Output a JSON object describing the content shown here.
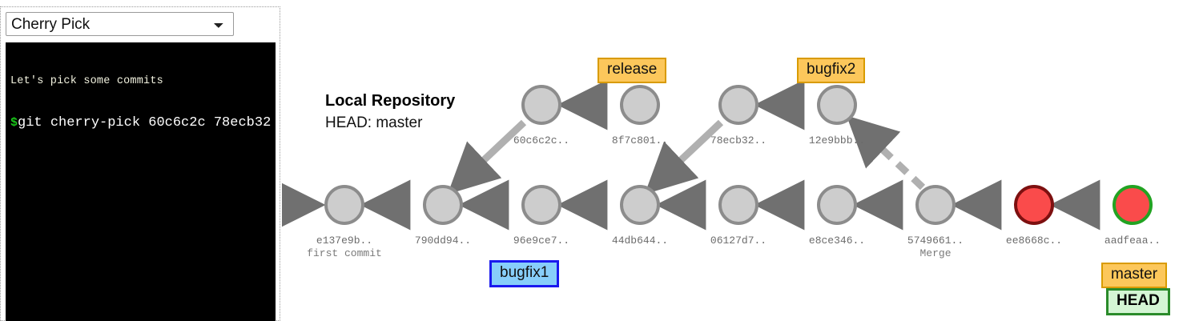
{
  "controls": {
    "mode_select": {
      "icon": "chevron-down-icon",
      "selected": "Cherry Pick",
      "options": [
        "Cherry Pick"
      ]
    }
  },
  "terminal": {
    "note": "Let's pick some commits",
    "prompt": "$",
    "command": "git cherry-pick 60c6c2c 78ecb32"
  },
  "repository": {
    "title": "Local Repository",
    "head_line": "HEAD: master"
  },
  "colors": {
    "node_fill": "#cdcdcd",
    "node_border": "#8c8c8c",
    "red_fill": "#fa4b4b",
    "red_border": "#7d1010",
    "head_ring": "#22a322",
    "branch_fill": "#fcc75b",
    "branch_border": "#d99b00",
    "bugfix1_fill": "#87cefa",
    "bugfix1_border": "#1a1aee",
    "head_tag_fill": "#d4f5d4",
    "head_tag_border": "#2a8b2a",
    "edge": "#b0b0b0",
    "arrowhead": "#707070",
    "terminal_bg": "#000000",
    "prompt_green": "#19c319"
  },
  "graph": {
    "main_branch": [
      {
        "id": "e137e9b..",
        "sub": "first commit",
        "color": "gray"
      },
      {
        "id": "790dd94..",
        "sub": "",
        "color": "gray"
      },
      {
        "id": "96e9ce7..",
        "sub": "",
        "color": "gray"
      },
      {
        "id": "44db644..",
        "sub": "",
        "color": "gray"
      },
      {
        "id": "06127d7..",
        "sub": "",
        "color": "gray"
      },
      {
        "id": "e8ce346..",
        "sub": "",
        "color": "gray"
      },
      {
        "id": "5749661..",
        "sub": "Merge",
        "color": "gray"
      },
      {
        "id": "ee8668c..",
        "sub": "",
        "color": "red"
      },
      {
        "id": "aadfeaa..",
        "sub": "",
        "color": "red-head"
      }
    ],
    "release_branch": [
      {
        "id": "60c6c2c..",
        "color": "gray"
      },
      {
        "id": "8f7c801..",
        "color": "gray"
      }
    ],
    "bugfix2_branch": [
      {
        "id": "78ecb32..",
        "color": "gray"
      },
      {
        "id": "12e9bbb..",
        "color": "gray"
      }
    ],
    "tags": {
      "release": "release",
      "bugfix2": "bugfix2",
      "bugfix1": "bugfix1",
      "master": "master",
      "head": "HEAD"
    }
  }
}
